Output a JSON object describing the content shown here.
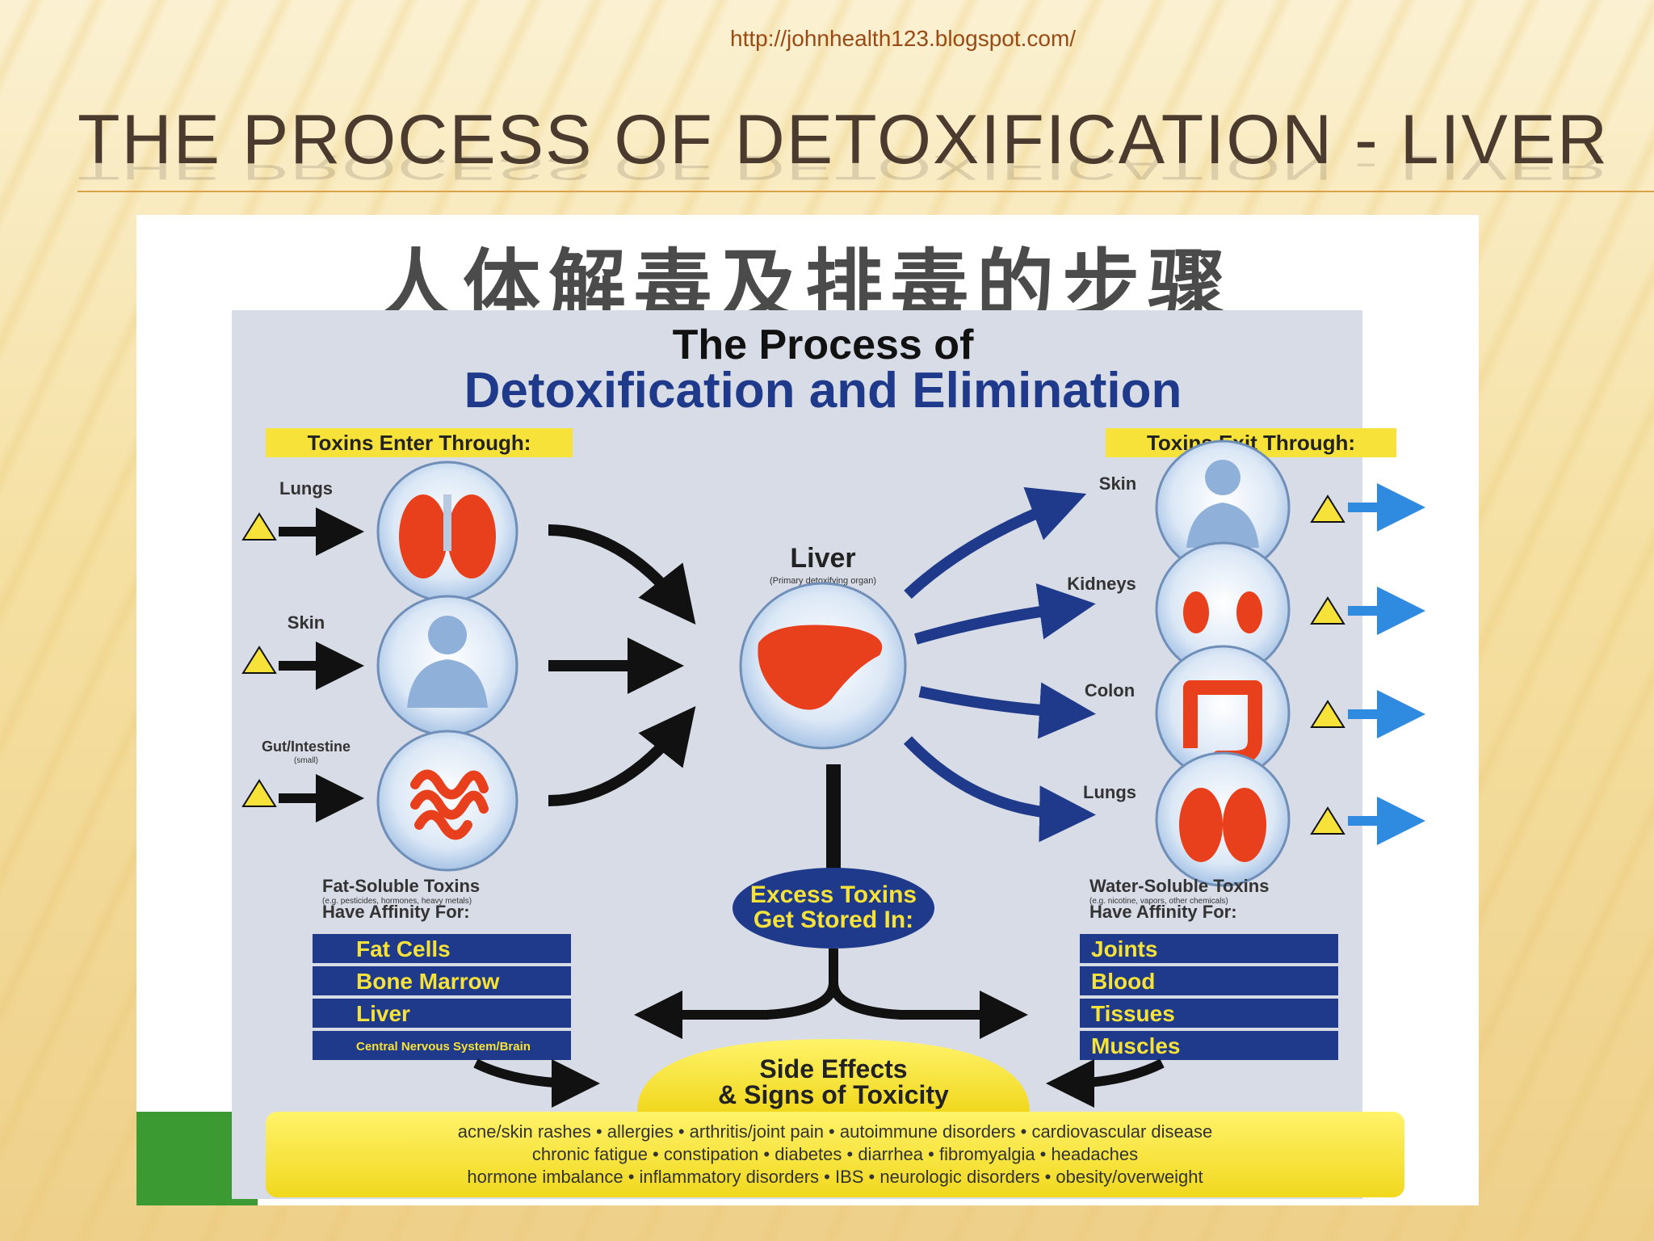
{
  "slide": {
    "url": "http://johnhealth123.blogspot.com/",
    "title": "THE PROCESS OF DETOXIFICATION - LIVER"
  },
  "graphic": {
    "chinese_title": "人体解毒及排毒的步骤",
    "heading_line1": "The Process of",
    "heading_line2": "Detoxification and Elimination",
    "enter_label": "Toxins Enter Through:",
    "exit_label": "Toxins Exit Through:",
    "enter_organs": [
      "Lungs",
      "Skin",
      "Gut/Intestine"
    ],
    "enter_organ_sub": "(small)",
    "liver_label": "Liver",
    "liver_sub": "(Primary detoxifying organ)",
    "exit_organs": [
      "Skin",
      "Kidneys",
      "Colon",
      "Lungs"
    ],
    "excess_line1": "Excess Toxins",
    "excess_line2": "Get Stored In:",
    "fat_soluble_title": "Fat-Soluble Toxins",
    "fat_soluble_sub": "(e.g. pesticides, hormones, heavy metals)",
    "fat_soluble_affinity": "Have Affinity For:",
    "fat_storage": [
      "Fat Cells",
      "Bone Marrow",
      "Liver",
      "Central Nervous System/Brain"
    ],
    "water_soluble_title": "Water-Soluble Toxins",
    "water_soluble_sub": "(e.g. nicotine, vapors, other chemicals)",
    "water_soluble_affinity": "Have Affinity For:",
    "water_storage": [
      "Joints",
      "Blood",
      "Tissues",
      "Muscles"
    ],
    "side_effects_line1": "Side Effects",
    "side_effects_line2": "& Signs of Toxicity",
    "symptoms_line1": "acne/skin rashes • allergies • arthritis/joint pain • autoimmune disorders • cardiovascular disease",
    "symptoms_line2": "chronic fatigue • constipation • diabetes • diarrhea • fibromyalgia • headaches",
    "symptoms_line3": "hormone imbalance • inflammatory disorders • IBS • neurologic disorders • obesity/overweight"
  },
  "colors": {
    "navy": "#1f3a8a",
    "yellow": "#f7e23a",
    "organ_red": "#e8401c",
    "arrow_blue": "#2f8be0"
  },
  "icons": [
    "biohazard-warning-icon",
    "arrow-right-icon"
  ]
}
